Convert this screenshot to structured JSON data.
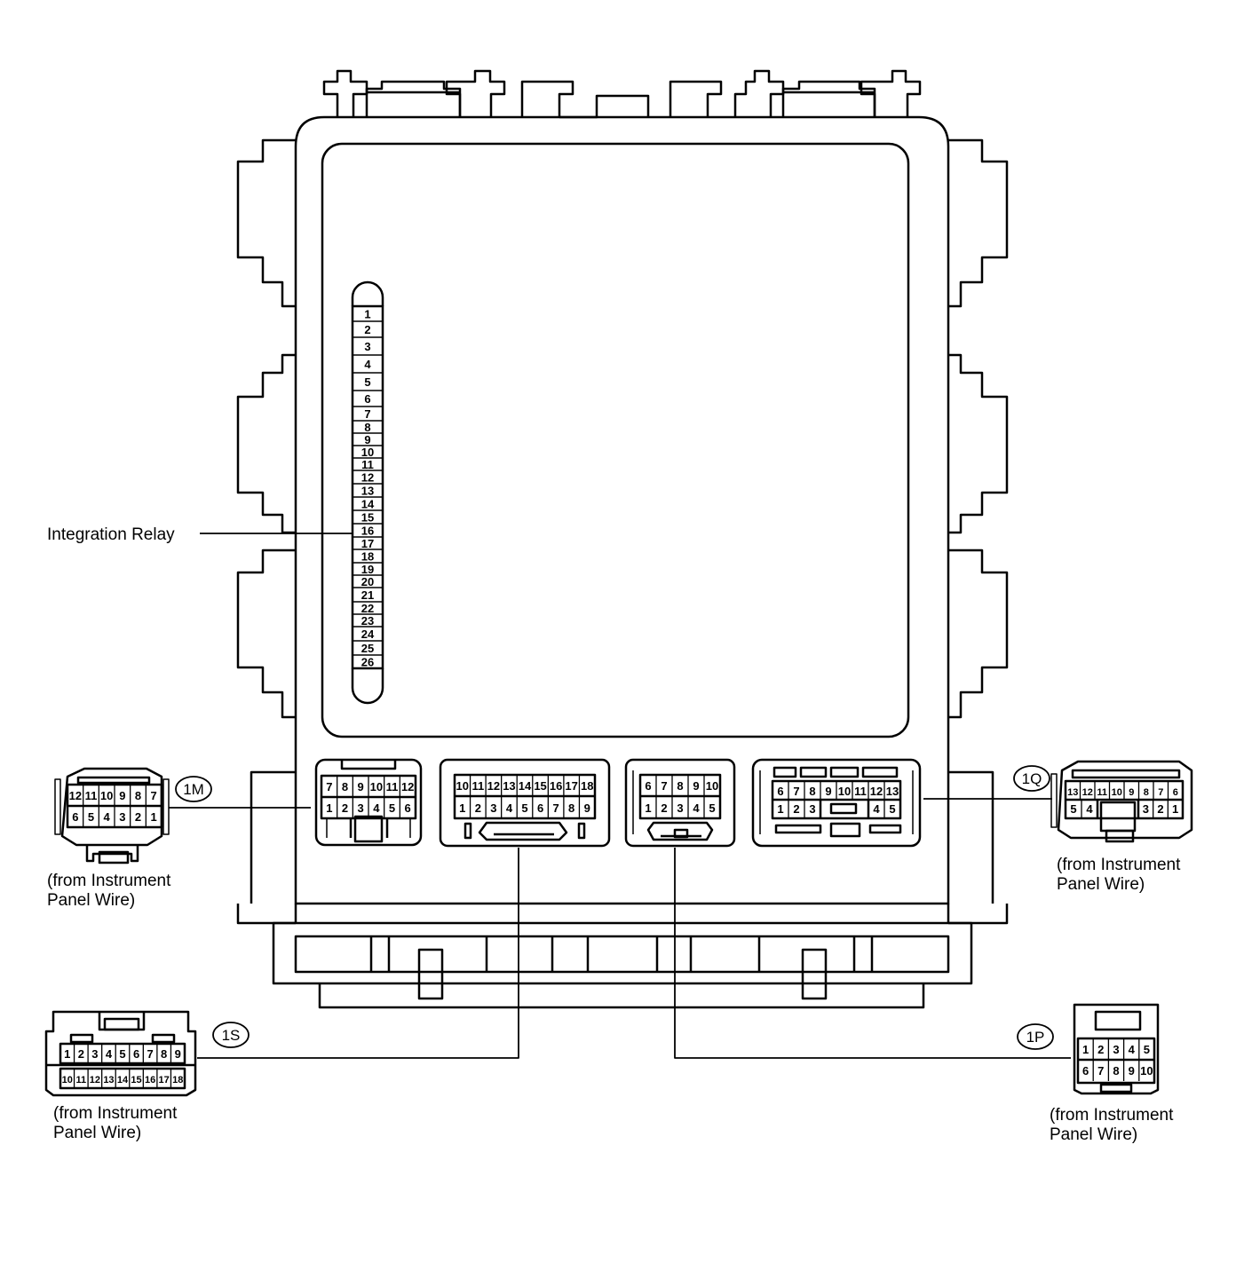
{
  "labels": {
    "integration_relay": "Integration Relay"
  },
  "relay": {
    "pins": [
      "1",
      "2",
      "3",
      "4",
      "5",
      "6",
      "7",
      "8",
      "9",
      "10",
      "11",
      "12",
      "13",
      "14",
      "15",
      "16",
      "17",
      "18",
      "19",
      "20",
      "21",
      "22",
      "23",
      "24",
      "25",
      "26"
    ]
  },
  "box_connectors": {
    "c1m": {
      "top": [
        "7",
        "8",
        "9",
        "10",
        "11",
        "12"
      ],
      "bottom": [
        "1",
        "2",
        "3",
        "4",
        "5",
        "6"
      ]
    },
    "c1s": {
      "top": [
        "10",
        "11",
        "12",
        "13",
        "14",
        "15",
        "16",
        "17",
        "18"
      ],
      "bottom": [
        "1",
        "2",
        "3",
        "4",
        "5",
        "6",
        "7",
        "8",
        "9"
      ]
    },
    "c1p": {
      "top": [
        "6",
        "7",
        "8",
        "9",
        "10"
      ],
      "bottom": [
        "1",
        "2",
        "3",
        "4",
        "5"
      ]
    },
    "c1q": {
      "top": [
        "6",
        "7",
        "8",
        "9",
        "10",
        "11",
        "12",
        "13"
      ],
      "bottom_left": [
        "1",
        "2",
        "3"
      ],
      "bottom_right": [
        "4",
        "5"
      ]
    }
  },
  "harness_connectors": {
    "1M": {
      "code": "1M",
      "top": [
        "12",
        "11",
        "10",
        "9",
        "8",
        "7"
      ],
      "bottom": [
        "6",
        "5",
        "4",
        "3",
        "2",
        "1"
      ],
      "caption_line1": "(from Instrument",
      "caption_line2": "Panel Wire)"
    },
    "1Q": {
      "code": "1Q",
      "top": [
        "13",
        "12",
        "11",
        "10",
        "9",
        "8",
        "7",
        "6"
      ],
      "bottom_left": [
        "5",
        "4"
      ],
      "bottom_right": [
        "3",
        "2",
        "1"
      ],
      "caption_line1": "(from Instrument",
      "caption_line2": "Panel Wire)"
    },
    "1S": {
      "code": "1S",
      "top": [
        "1",
        "2",
        "3",
        "4",
        "5",
        "6",
        "7",
        "8",
        "9"
      ],
      "bottom": [
        "10",
        "11",
        "12",
        "13",
        "14",
        "15",
        "16",
        "17",
        "18"
      ],
      "caption_line1": "(from Instrument",
      "caption_line2": "Panel Wire)"
    },
    "1P": {
      "code": "1P",
      "top": [
        "1",
        "2",
        "3",
        "4",
        "5"
      ],
      "bottom": [
        "6",
        "7",
        "8",
        "9",
        "10"
      ],
      "caption_line1": "(from Instrument",
      "caption_line2": "Panel Wire)"
    }
  }
}
